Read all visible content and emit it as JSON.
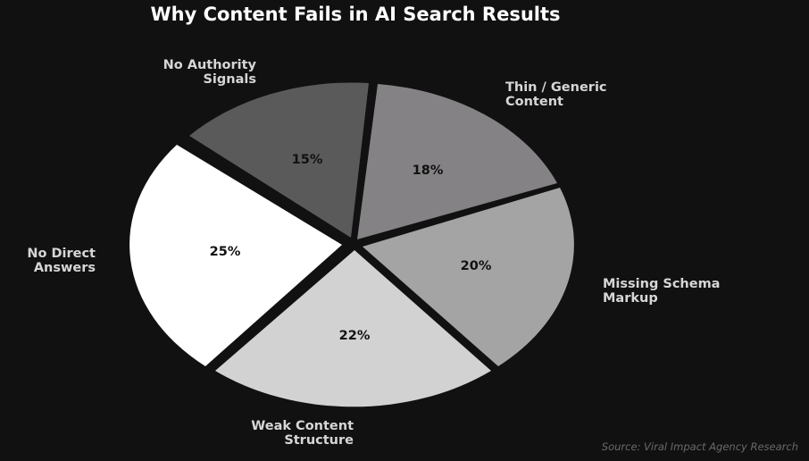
{
  "title": "Why Content Fails in AI Search Results",
  "source": "Source: Viral Impact Agency Research",
  "chart_data": {
    "type": "pie",
    "title": "Why Content Fails in AI Search Results",
    "categories": [
      "No Direct Answers",
      "Weak Content Structure",
      "Missing Schema Markup",
      "Thin / Generic Content",
      "No Authority Signals"
    ],
    "values": [
      25,
      22,
      20,
      18,
      15
    ],
    "colors": [
      "#ffffff",
      "#d2d2d2",
      "#a4a4a4",
      "#848284",
      "#5a5a5a"
    ],
    "labels": [
      "25%",
      "22%",
      "20%",
      "18%",
      "15%"
    ],
    "exploded": true,
    "legend": "none",
    "annotation": "Source: Viral Impact Agency Research"
  },
  "slices": [
    {
      "line1": "No Direct",
      "line2": "Answers",
      "pct": "25%"
    },
    {
      "line1": "Weak Content",
      "line2": "Structure",
      "pct": "22%"
    },
    {
      "line1": "Missing Schema",
      "line2": "Markup",
      "pct": "20%"
    },
    {
      "line1": "Thin / Generic",
      "line2": "Content",
      "pct": "18%"
    },
    {
      "line1": "No Authority",
      "line2": "Signals",
      "pct": "15%"
    }
  ]
}
